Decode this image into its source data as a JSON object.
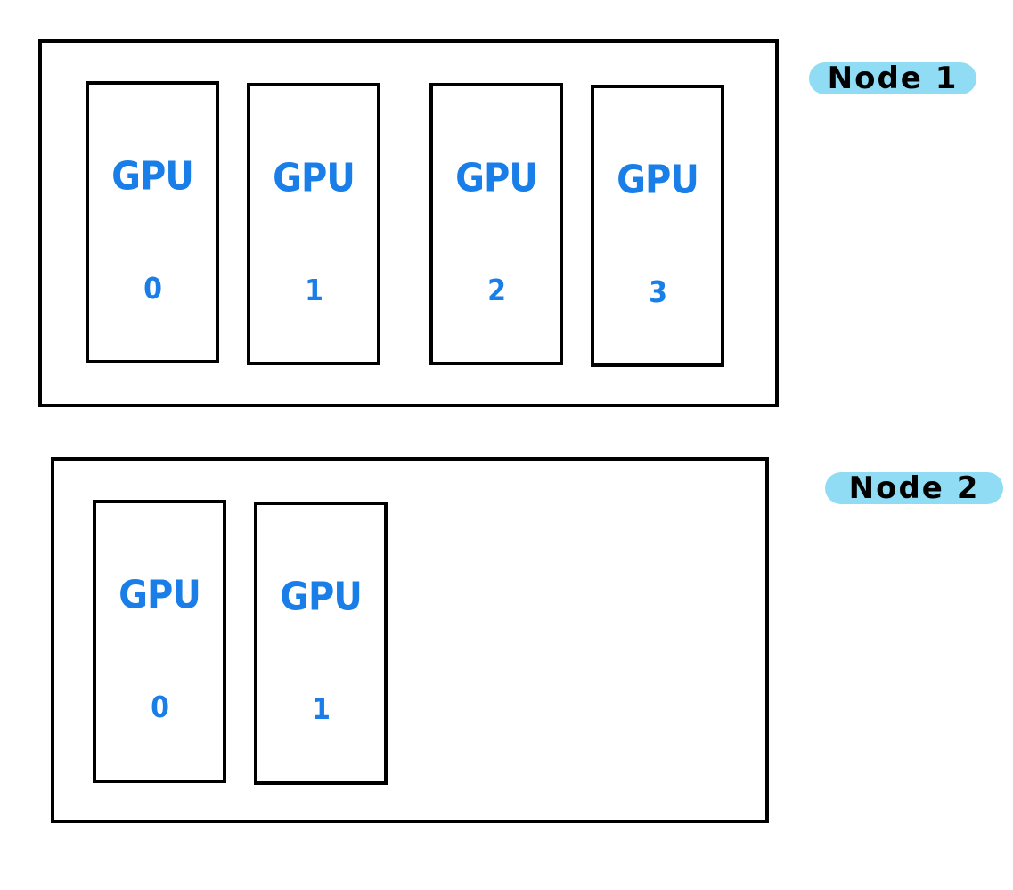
{
  "nodes": [
    {
      "label": "Node 1",
      "gpus": [
        {
          "name": "GPU",
          "index": "0"
        },
        {
          "name": "GPU",
          "index": "1"
        },
        {
          "name": "GPU",
          "index": "2"
        },
        {
          "name": "GPU",
          "index": "3"
        }
      ]
    },
    {
      "label": "Node 2",
      "gpus": [
        {
          "name": "GPU",
          "index": "0"
        },
        {
          "name": "GPU",
          "index": "1"
        }
      ]
    }
  ],
  "colors": {
    "gpu_text": "#1a7ee8",
    "node_label_highlight": "#8fdcf4",
    "outline": "#000000"
  }
}
